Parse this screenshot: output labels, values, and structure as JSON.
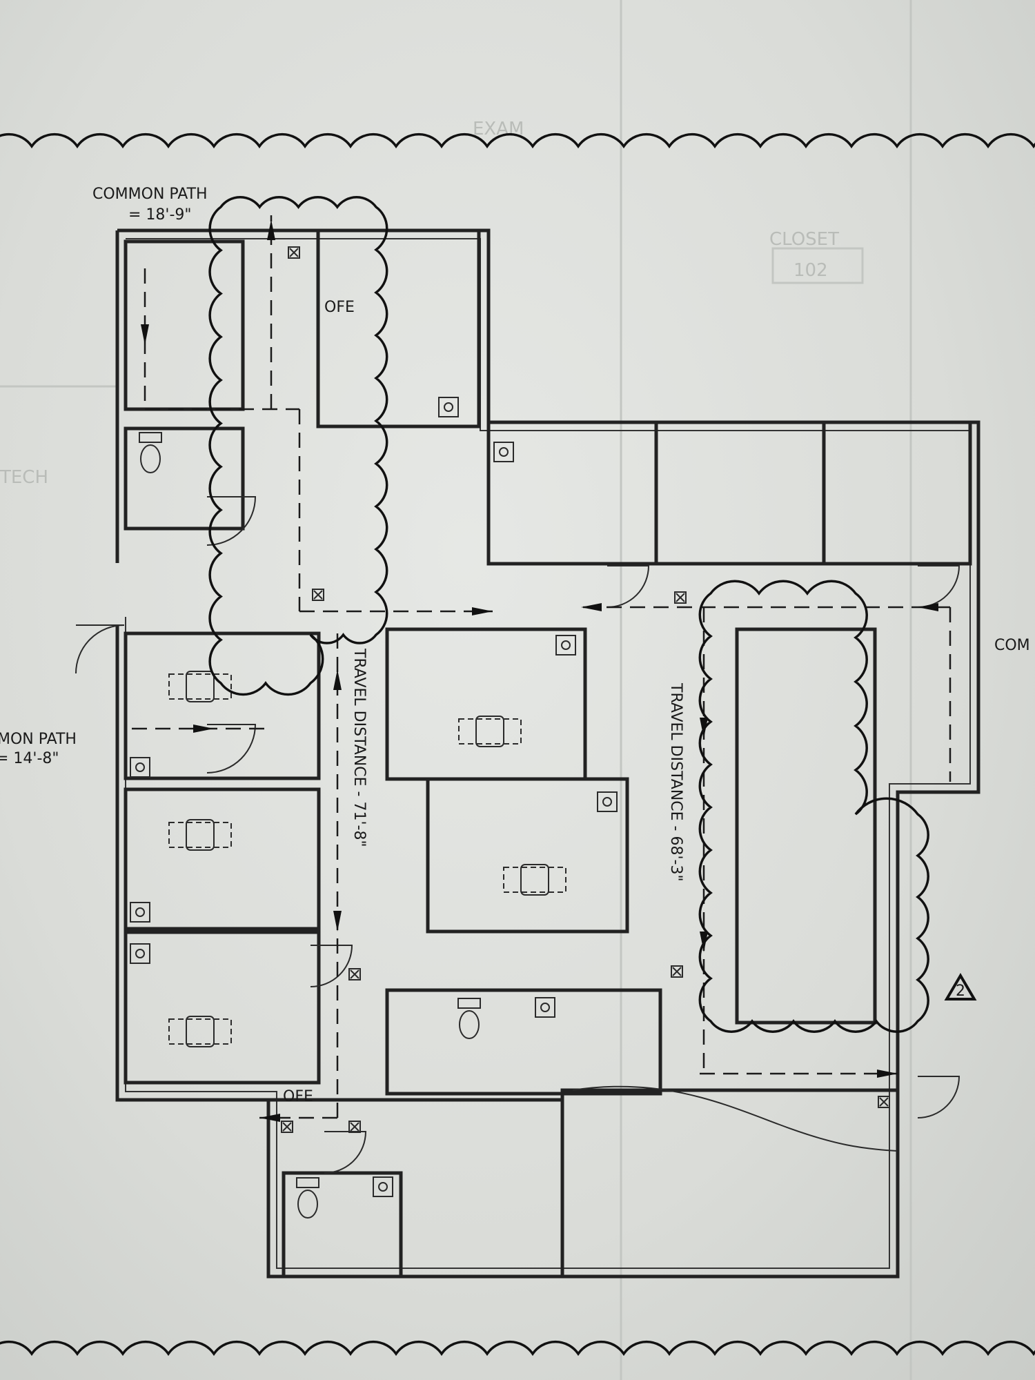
{
  "sheet": {
    "background_color": "#dcdedb",
    "line_color": "#1a1a1a",
    "faint_underlay_labels": [
      "CLOSET",
      "102",
      "TECH",
      "EXAM"
    ]
  },
  "annotations": {
    "common_path_top": {
      "title": "COMMON PATH",
      "value": "= 18'-9\""
    },
    "common_path_left": {
      "title": "MON PATH",
      "value": "= 14'-8\""
    },
    "common_path_right": {
      "title": "COM"
    },
    "travel_distance_left": "TRAVEL DISTANCE - 71'-8\"",
    "travel_distance_right": "TRAVEL DISTANCE - 68'-3\"",
    "ofe_labels": [
      "OFE",
      "OFE"
    ],
    "revision_tag": "2"
  },
  "icons": [
    "exit-arrow-icon",
    "exit-sign-icon",
    "toilet-icon",
    "sink-icon",
    "dental-chair-icon",
    "revision-triangle-icon",
    "revision-cloud"
  ]
}
